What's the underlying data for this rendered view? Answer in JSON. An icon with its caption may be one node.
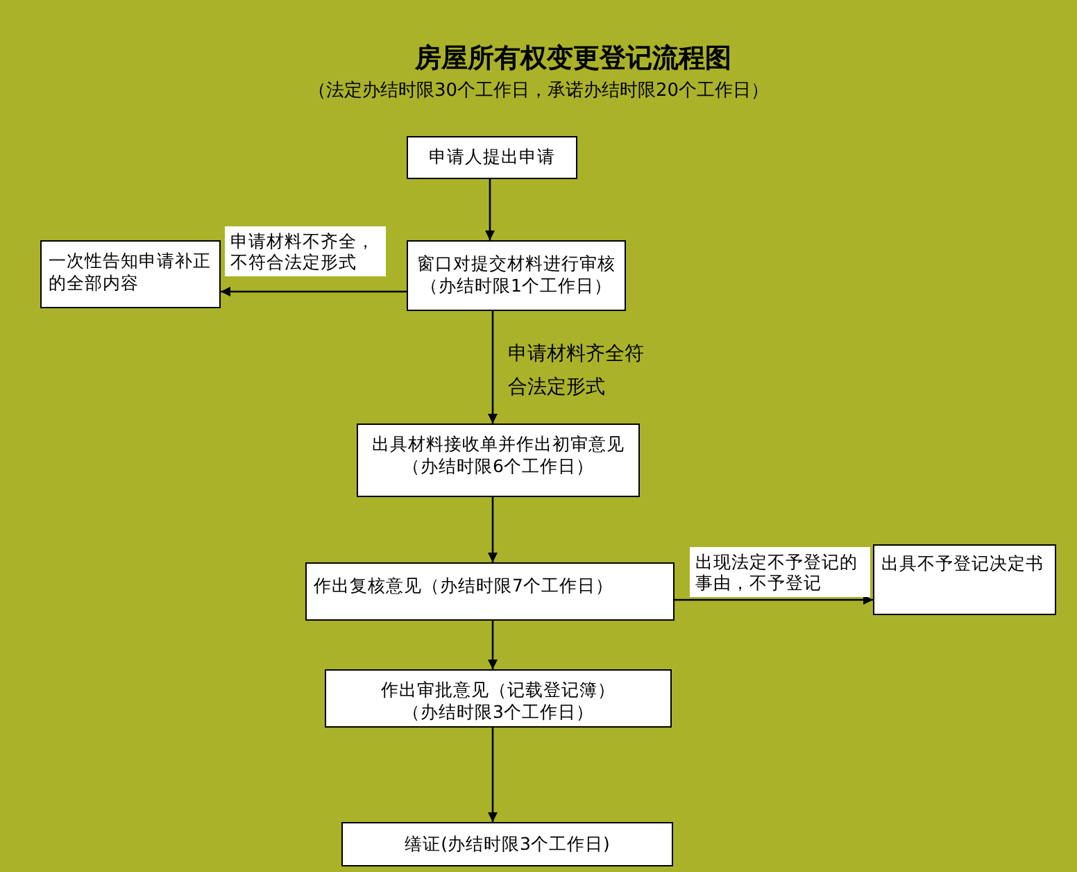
{
  "diagram": {
    "title": "房屋所有权变更登记流程图",
    "nodes": [
      {
        "text": [
          "申请人提出申请"
        ]
      },
      {
        "text": [
          "窗口对提交材料进行审核",
          "（办结时限1个工作日）"
        ]
      },
      {
        "text": [
          "一次性告知申请补正的全部内容"
        ]
      },
      {
        "text": [
          "出具材料接收单并作出初审意见",
          "（办结时限6个工作日）"
        ]
      },
      {
        "text": [
          "作出复核意见（办结时限7个工作日）"
        ]
      },
      {
        "text": [
          "出具不予登记决定书"
        ]
      },
      {
        "text": [
          "作出审批意见（记载登记簿）",
          "（办结时限3个工作日）"
        ]
      },
      {
        "text": [
          "缮证(办结时限3个工作日)"
        ]
      }
    ],
    "edges": [
      {
        "from": 0,
        "to": 1,
        "arrow": "to"
      },
      {
        "from": 1,
        "to": 2,
        "arrow": "to",
        "label": "申请材料不齐全，不符合法定形式"
      },
      {
        "from": 1,
        "to": 3,
        "arrow": "to",
        "label": "申请材料齐全符合法定形式"
      },
      {
        "from": 3,
        "to": 4,
        "arrow": "to"
      },
      {
        "from": 4,
        "to": 5,
        "arrow": "to",
        "label": "出现法定不予登记的事由，不予登记"
      },
      {
        "from": 4,
        "to": 6,
        "arrow": "to"
      },
      {
        "from": 6,
        "to": 7,
        "arrow": "to"
      }
    ],
    "labels": [
      "（法定办结时限30个工作日，承诺办结时限20个工作日）"
    ]
  }
}
